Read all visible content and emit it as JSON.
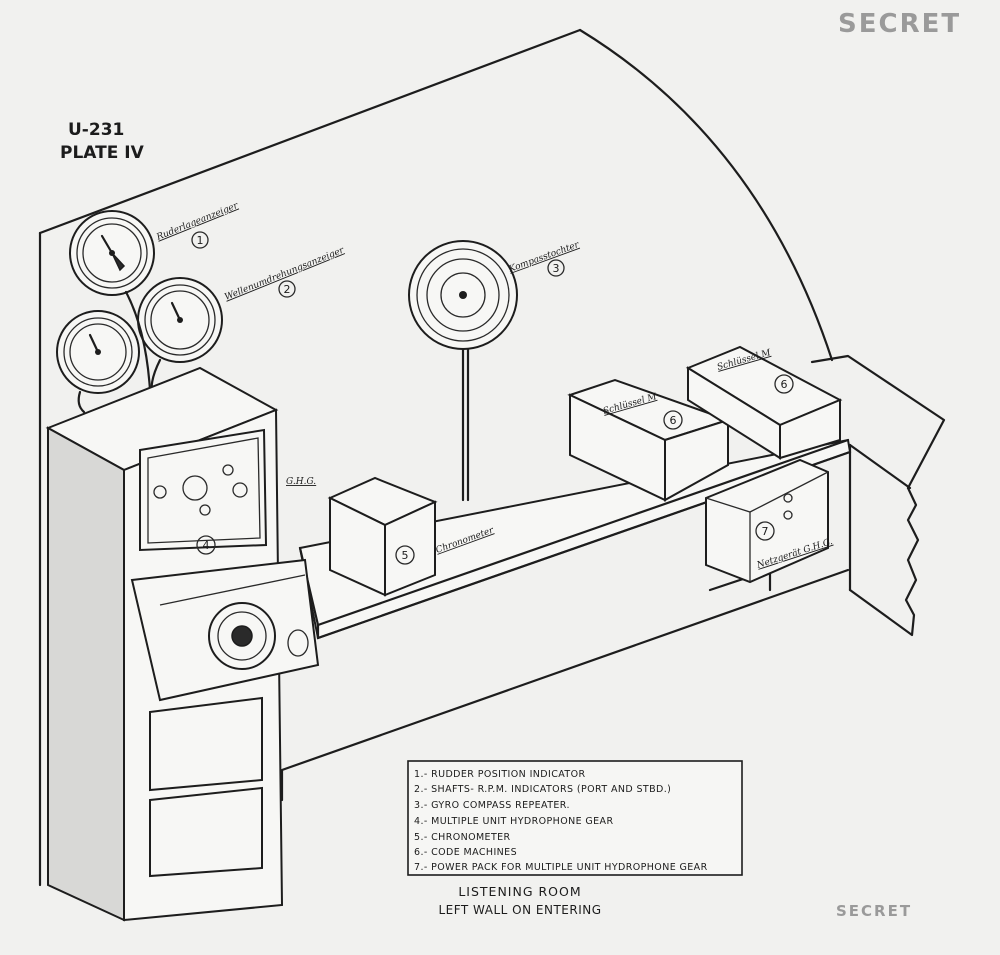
{
  "stamp_top": "SECRET",
  "stamp_bottom": "SECRET",
  "plate": {
    "boat": "U-231",
    "plate": "PLATE IV"
  },
  "labels": {
    "rudder": "Ruderlageanzeiger",
    "shaft": "Wellenumdrehungsanzeiger",
    "compass": "Kompasstochter",
    "ghg": "G.H.G.",
    "chronometer": "Chronometer",
    "code_a": "Schlüssel M",
    "code_b": "Schlüssel M",
    "power": "Netzgerät G.H.G."
  },
  "markers": [
    "1",
    "2",
    "3",
    "4",
    "5",
    "6",
    "6",
    "7"
  ],
  "legend": [
    "1.- RUDDER POSITION INDICATOR",
    "2.- SHAFTS- R.P.M. INDICATORS (PORT AND STBD.)",
    "3.- GYRO COMPASS REPEATER.",
    "4.- MULTIPLE UNIT HYDROPHONE GEAR",
    "5.- CHRONOMETER",
    "6.- CODE MACHINES",
    "7.- POWER PACK FOR MULTIPLE UNIT HYDROPHONE GEAR"
  ],
  "caption": {
    "line1": "LISTENING ROOM",
    "line2": "LEFT WALL ON ENTERING"
  }
}
